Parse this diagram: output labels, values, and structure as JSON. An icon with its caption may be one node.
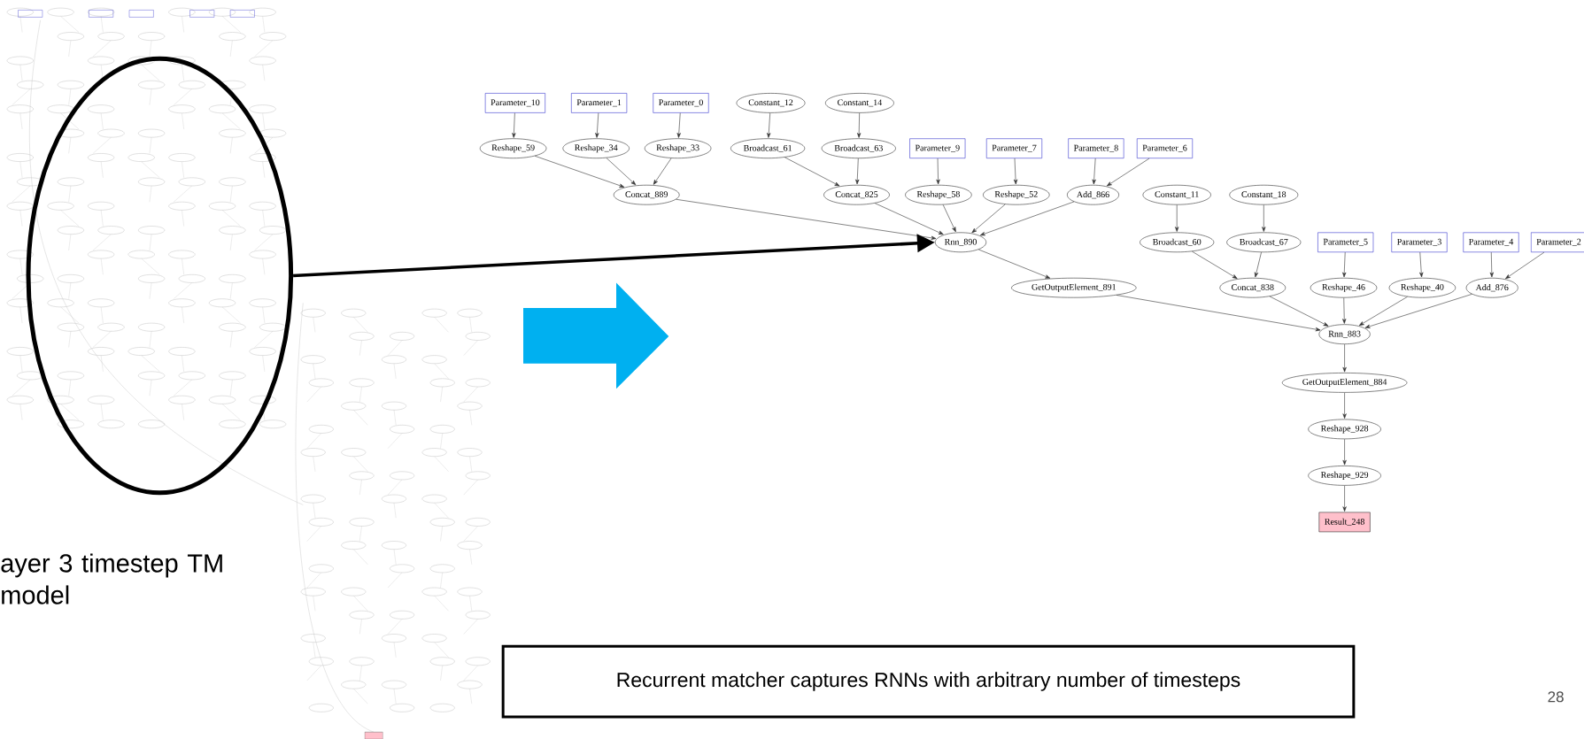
{
  "diagram": {
    "nodes": [
      {
        "text": [
          "Parameter_10"
        ]
      },
      {
        "text": [
          "Parameter_1"
        ]
      },
      {
        "text": [
          "Parameter_0"
        ]
      },
      {
        "text": [
          "Constant_12"
        ]
      },
      {
        "text": [
          "Constant_14"
        ]
      },
      {
        "text": [
          "Reshape_59"
        ]
      },
      {
        "text": [
          "Reshape_34"
        ]
      },
      {
        "text": [
          "Reshape_33"
        ]
      },
      {
        "text": [
          "Broadcast_61"
        ]
      },
      {
        "text": [
          "Broadcast_63"
        ]
      },
      {
        "text": [
          "Parameter_9"
        ]
      },
      {
        "text": [
          "Parameter_7"
        ]
      },
      {
        "text": [
          "Parameter_8"
        ]
      },
      {
        "text": [
          "Parameter_6"
        ]
      },
      {
        "text": [
          "Concat_889"
        ]
      },
      {
        "text": [
          "Concat_825"
        ]
      },
      {
        "text": [
          "Reshape_58"
        ]
      },
      {
        "text": [
          "Reshape_52"
        ]
      },
      {
        "text": [
          "Add_866"
        ]
      },
      {
        "text": [
          "Constant_11"
        ]
      },
      {
        "text": [
          "Constant_18"
        ]
      },
      {
        "text": [
          "Rnn_890"
        ]
      },
      {
        "text": [
          "Broadcast_60"
        ]
      },
      {
        "text": [
          "Broadcast_67"
        ]
      },
      {
        "text": [
          "Parameter_5"
        ]
      },
      {
        "text": [
          "Parameter_3"
        ]
      },
      {
        "text": [
          "Parameter_4"
        ]
      },
      {
        "text": [
          "Parameter_2"
        ]
      },
      {
        "text": [
          "GetOutputElement_891"
        ]
      },
      {
        "text": [
          "Concat_838"
        ]
      },
      {
        "text": [
          "Reshape_46"
        ]
      },
      {
        "text": [
          "Reshape_40"
        ]
      },
      {
        "text": [
          "Add_876"
        ]
      },
      {
        "text": [
          "Rnn_883"
        ]
      },
      {
        "text": [
          "GetOutputElement_884"
        ]
      },
      {
        "text": [
          "Reshape_928"
        ]
      },
      {
        "text": [
          "Reshape_929"
        ]
      },
      {
        "text": [
          "Result_248"
        ]
      },
      {
        "text": [],
        "shape": "ellipse"
      },
      {
        "text": [
          "Recurrent matcher captures RNNs with arbitrary number of timesteps"
        ]
      }
    ],
    "edges": [
      {
        "from": 0,
        "to": 5,
        "arrow": "to"
      },
      {
        "from": 1,
        "to": 6,
        "arrow": "to"
      },
      {
        "from": 2,
        "to": 7,
        "arrow": "to"
      },
      {
        "from": 3,
        "to": 8,
        "arrow": "to"
      },
      {
        "from": 4,
        "to": 9,
        "arrow": "to"
      },
      {
        "from": 5,
        "to": 14,
        "arrow": "to"
      },
      {
        "from": 6,
        "to": 14,
        "arrow": "to"
      },
      {
        "from": 7,
        "to": 14,
        "arrow": "to"
      },
      {
        "from": 8,
        "to": 15,
        "arrow": "to"
      },
      {
        "from": 9,
        "to": 15,
        "arrow": "to"
      },
      {
        "from": 10,
        "to": 16,
        "arrow": "to"
      },
      {
        "from": 11,
        "to": 17,
        "arrow": "to"
      },
      {
        "from": 12,
        "to": 18,
        "arrow": "to"
      },
      {
        "from": 13,
        "to": 18,
        "arrow": "to"
      },
      {
        "from": 14,
        "to": 21,
        "arrow": "to"
      },
      {
        "from": 15,
        "to": 21,
        "arrow": "to"
      },
      {
        "from": 16,
        "to": 21,
        "arrow": "to"
      },
      {
        "from": 17,
        "to": 21,
        "arrow": "to"
      },
      {
        "from": 18,
        "to": 21,
        "arrow": "to"
      },
      {
        "from": 21,
        "to": 28,
        "arrow": "to"
      },
      {
        "from": 19,
        "to": 22,
        "arrow": "to"
      },
      {
        "from": 20,
        "to": 23,
        "arrow": "to"
      },
      {
        "from": 22,
        "to": 29,
        "arrow": "to"
      },
      {
        "from": 23,
        "to": 29,
        "arrow": "to"
      },
      {
        "from": 24,
        "to": 30,
        "arrow": "to"
      },
      {
        "from": 25,
        "to": 31,
        "arrow": "to"
      },
      {
        "from": 26,
        "to": 32,
        "arrow": "to"
      },
      {
        "from": 27,
        "to": 32,
        "arrow": "to"
      },
      {
        "from": 28,
        "to": 33,
        "arrow": "to"
      },
      {
        "from": 29,
        "to": 33,
        "arrow": "to"
      },
      {
        "from": 30,
        "to": 33,
        "arrow": "to"
      },
      {
        "from": 31,
        "to": 33,
        "arrow": "to"
      },
      {
        "from": 32,
        "to": 33,
        "arrow": "to"
      },
      {
        "from": 33,
        "to": 34,
        "arrow": "to"
      },
      {
        "from": 34,
        "to": 35,
        "arrow": "to"
      },
      {
        "from": 35,
        "to": 36,
        "arrow": "to"
      },
      {
        "from": 36,
        "to": 37,
        "arrow": "to"
      },
      {
        "from": 38,
        "to": 21,
        "arrow": "to",
        "style": "thick"
      }
    ],
    "labels": [
      "ayer 3 timestep TM model",
      "28"
    ]
  }
}
